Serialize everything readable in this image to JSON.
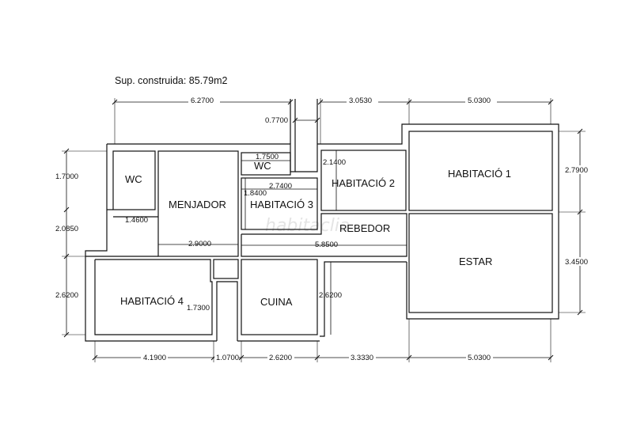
{
  "title": "Sup. construida: 85.79m2",
  "watermark": "habitaclia",
  "rooms": {
    "wc_left": "WC",
    "menjador": "MENJADOR",
    "wc_small": "WC",
    "habitacio3": "HABITACIÓ 3",
    "habitacio2": "HABITACIÓ 2",
    "habitacio1": "HABITACIÓ 1",
    "rebedor": "REBEDOR",
    "estar": "ESTAR",
    "habitacio4": "HABITACIÓ 4",
    "cuina": "CUINA"
  },
  "dims": {
    "top_6270": "6.2700",
    "top_3053": "3.0530",
    "top_5030": "5.0300",
    "top_0770": "0.7700",
    "left_1700": "1.7000",
    "left_2085": "2.0850",
    "left_2620": "2.6200",
    "wc_1460": "1.4600",
    "menj_2900": "2.9000",
    "wc_1750": "1.7500",
    "hab3_2740": "2.7400",
    "hab3_1840": "1.8400",
    "hab2_2140": "2.1400",
    "reb_5850": "5.8500",
    "right_2790": "2.7900",
    "right_3450": "3.4500",
    "hab4_1730": "1.7300",
    "cuina_2620": "2.6200",
    "bot_4190": "4.1900",
    "bot_1070": "1.0700",
    "bot_2620": "2.6200",
    "bot_3333": "3.3330",
    "bot_5030": "5.0300"
  }
}
